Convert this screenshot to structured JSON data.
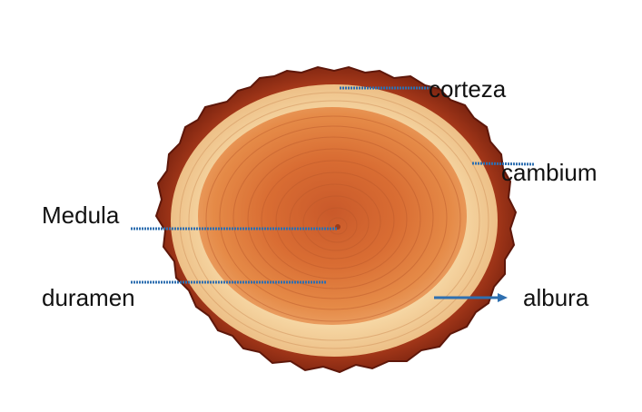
{
  "colors": {
    "background": "#ffffff",
    "bark": "#8a2a14",
    "bark_dark": "#5e170a",
    "sapwood": "#f3cf9a",
    "heartwood": "#e07c38",
    "heartwood_deep": "#c9592a",
    "pointer": "#2e6fb0",
    "text": "#111111"
  },
  "labels": {
    "corteza": "corteza",
    "cambium": "cambium",
    "medula": "Medula",
    "duramen": "duramen",
    "albura": "albura"
  }
}
